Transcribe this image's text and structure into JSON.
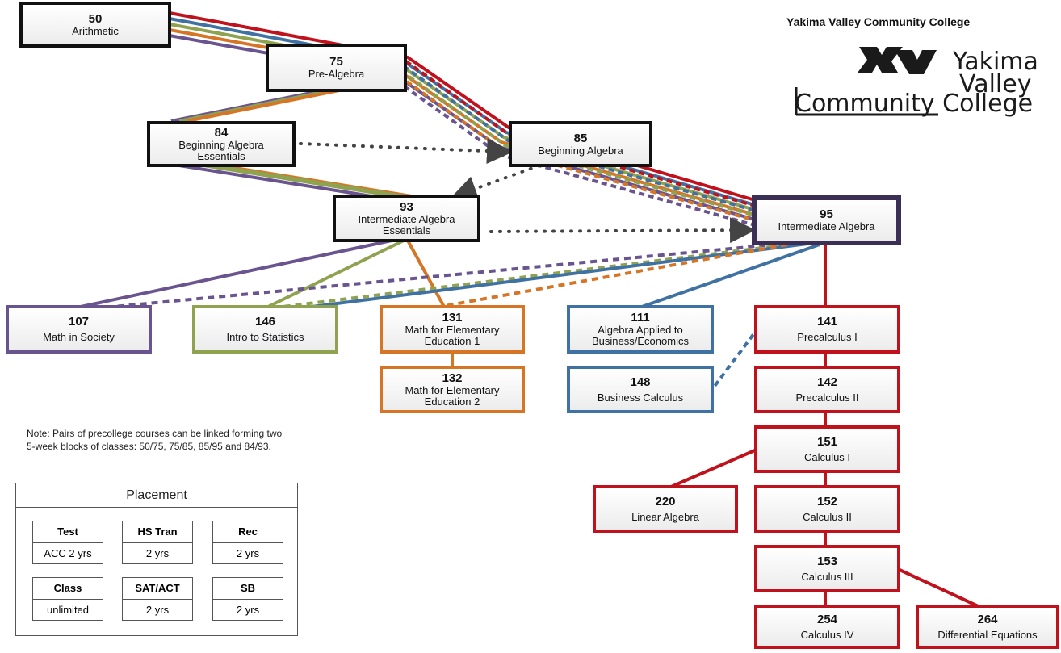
{
  "college": "Yakima Valley Community College",
  "logo": {
    "word1": "Yakima",
    "word2": "Valley",
    "word3": "Community College",
    "monogram": "YV"
  },
  "courses": {
    "c50": {
      "num": "50",
      "name": "Arithmetic"
    },
    "c75": {
      "num": "75",
      "name": "Pre-Algebra"
    },
    "c84": {
      "num": "84",
      "name": "Beginning Algebra Essentials"
    },
    "c85": {
      "num": "85",
      "name": "Beginning Algebra"
    },
    "c93": {
      "num": "93",
      "name": "Intermediate Algebra Essentials"
    },
    "c95": {
      "num": "95",
      "name": "Intermediate Algebra"
    },
    "c107": {
      "num": "107",
      "name": "Math in Society"
    },
    "c146": {
      "num": "146",
      "name": "Intro to Statistics"
    },
    "c131": {
      "num": "131",
      "name": "Math for Elementary Education 1"
    },
    "c132": {
      "num": "132",
      "name": "Math for Elementary Education 2"
    },
    "c111": {
      "num": "111",
      "name": "Algebra Applied to Business/Economics"
    },
    "c148": {
      "num": "148",
      "name": "Business Calculus"
    },
    "c141": {
      "num": "141",
      "name": "Precalculus I"
    },
    "c142": {
      "num": "142",
      "name": "Precalculus II"
    },
    "c151": {
      "num": "151",
      "name": "Calculus I"
    },
    "c152": {
      "num": "152",
      "name": "Calculus II"
    },
    "c153": {
      "num": "153",
      "name": "Calculus III"
    },
    "c220": {
      "num": "220",
      "name": "Linear Algebra"
    },
    "c254": {
      "num": "254",
      "name": "Calculus IV"
    },
    "c264": {
      "num": "264",
      "name": "Differential Equations"
    }
  },
  "note": "Note: Pairs of precollege courses can be linked forming two 5-week blocks of classes: 50/75, 75/85, 85/95 and 84/93.",
  "placement": {
    "title": "Placement",
    "items": [
      {
        "label": "Test",
        "value": "ACC 2 yrs"
      },
      {
        "label": "HS Tran",
        "value": "2 yrs"
      },
      {
        "label": "Rec",
        "value": "2 yrs"
      },
      {
        "label": "Class",
        "value": "unlimited"
      },
      {
        "label": "SAT/ACT",
        "value": "2 yrs"
      },
      {
        "label": "SB",
        "value": "2 yrs"
      }
    ]
  },
  "colors": {
    "purple": "#6a5490",
    "green": "#8ea24f",
    "orange": "#d57525",
    "blue": "#3f72a3",
    "red": "#c0121c",
    "navy": "#3b2f55",
    "dots": "#444444"
  }
}
